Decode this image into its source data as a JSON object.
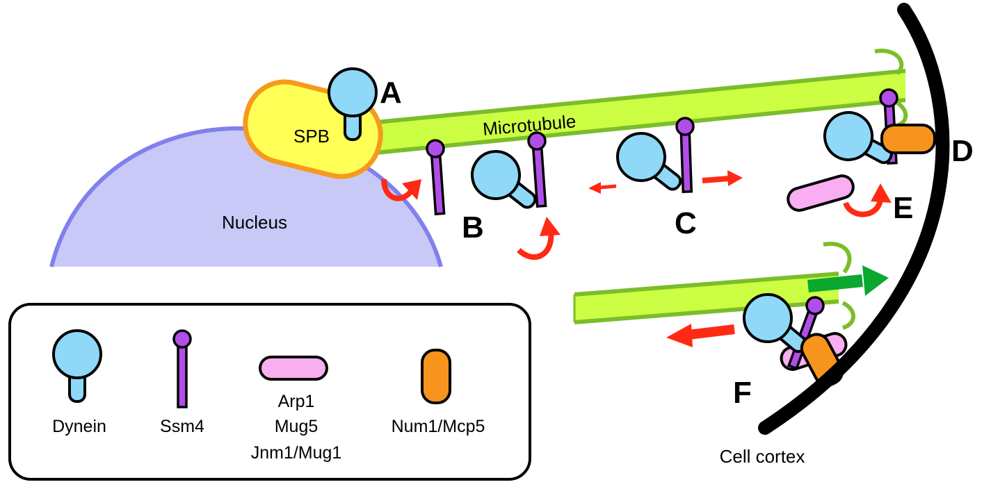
{
  "labels": {
    "spb": "SPB",
    "nucleus": "Nucleus",
    "microtubule": "Microtubule",
    "cell_cortex": "Cell cortex"
  },
  "steps": {
    "a": "A",
    "b": "B",
    "c": "C",
    "d": "D",
    "e": "E",
    "f": "F"
  },
  "legend": {
    "dynein": "Dynein",
    "ssm4": "Ssm4",
    "arp1_line1": "Arp1",
    "arp1_line2": "Mug5",
    "arp1_line3": "Jnm1/Mug1",
    "num1": "Num1/Mcp5"
  },
  "colors": {
    "nucleus": "#c9c9f7",
    "nucleus_outline": "#8080ee",
    "spb_fill": "#ffff55",
    "spb_outline": "#f59a1c",
    "microtubule": "#ccff44",
    "microtubule_edge": "#7bbd2a",
    "dynein": "#8fd8f8",
    "ssm4": "#b14ee8",
    "arp1": "#f8aef0",
    "num1": "#f7941d",
    "red_arrow": "#ff2a14",
    "green_arrow": "#0aa82e",
    "cortex": "#000000"
  }
}
